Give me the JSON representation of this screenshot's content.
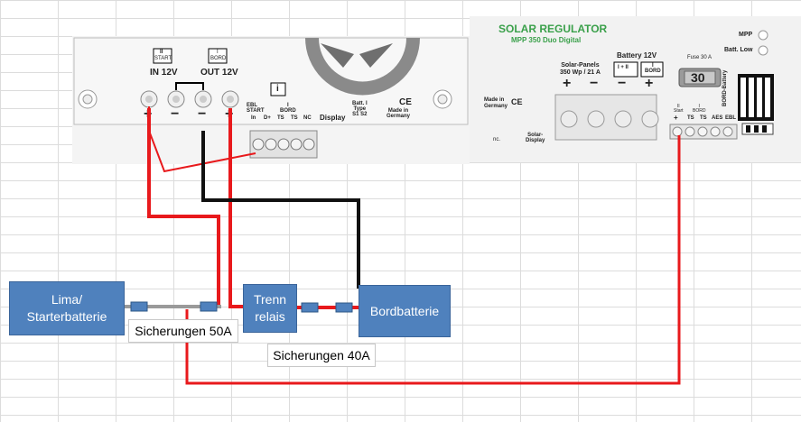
{
  "left_device": {
    "in_icon_top": "II",
    "in_icon_bottom": "START",
    "out_icon_top": "I",
    "out_icon_bottom": "BORD",
    "in_label": "IN 12V",
    "out_label": "OUT 12V",
    "plus": "+",
    "minus": "−",
    "ebl_start": "EBL\nSTART",
    "bord_1": "I\nBORD",
    "term_in": "In",
    "term_d": "D+",
    "term_ts1": "TS",
    "term_ts2": "TS",
    "term_nc": "NC",
    "display": "Display",
    "batt_type": "Batt. I\nType\nS1 S2",
    "ce": "CE",
    "made_in": "Made in\nGermany",
    "book_icon": "i"
  },
  "right_device": {
    "title": "SOLAR REGULATOR",
    "subtitle": "MPP 350  Duo Digital",
    "mpp": "MPP",
    "batt_low": "Batt. Low",
    "solar_panels": "Solar-Panels\n350 Wp / 21 A",
    "battery": "Battery 12V",
    "bat_i_ii": "I + II",
    "bat_bord": "I\nBORD",
    "fuse_label": "Fuse 30 A",
    "fuse_value": "30",
    "made_in": "Made in\nGermany",
    "ce": "CE",
    "nc": "nc.",
    "solar_display": "Solar-\nDisplay",
    "bord_battery": "BORD-Battery",
    "ii_start": "II\nStart",
    "i_bord": "I\nBORD",
    "ts1": "TS",
    "ts2": "TS",
    "aes": "AES",
    "ebl": "EBL",
    "plus": "+",
    "minus": "−"
  },
  "boxes": {
    "lima": "Lima/\nStarterbatterie",
    "trenn": "Trenn\nrelais",
    "bord": "Bordbatterie"
  },
  "labels": {
    "fuse50": "Sicherungen 50A",
    "fuse40": "Sicherungen 40A"
  },
  "colors": {
    "positive_wire": "#e8191c",
    "negative_wire": "#111111",
    "fuse": "#4f81bd",
    "box": "#4f81bd"
  }
}
